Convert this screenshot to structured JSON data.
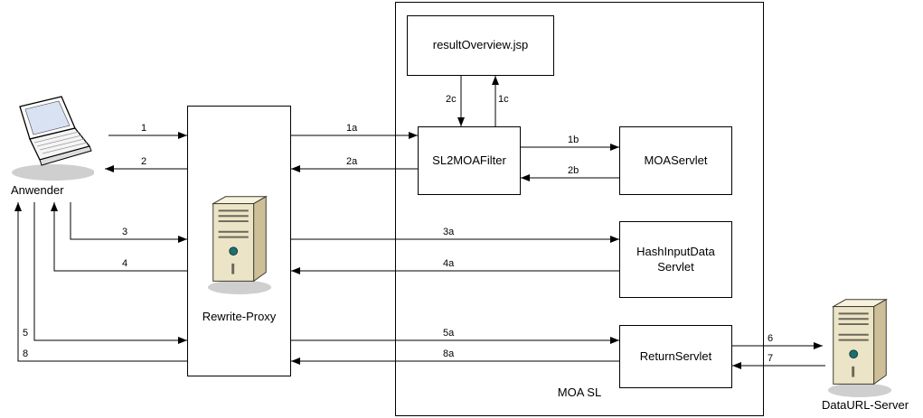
{
  "diagram": {
    "container_label": "MOA SL",
    "nodes": {
      "anwender": {
        "label": "Anwender"
      },
      "rewrite_proxy": {
        "label": "Rewrite-Proxy"
      },
      "result_overview_jsp": {
        "label": "resultOverview.jsp"
      },
      "sl2moa_filter": {
        "label": "SL2MOAFilter"
      },
      "moa_servlet": {
        "label": "MOAServlet"
      },
      "hash_input_data_servlet": {
        "label_line1": "HashInputData",
        "label_line2": "Servlet"
      },
      "return_servlet": {
        "label": "ReturnServlet"
      },
      "dataurl_server": {
        "label": "DataURL-Server"
      }
    },
    "edges": [
      {
        "label": "1",
        "from": "Anwender",
        "to": "Rewrite-Proxy"
      },
      {
        "label": "2",
        "from": "Rewrite-Proxy",
        "to": "Anwender"
      },
      {
        "label": "1a",
        "from": "Rewrite-Proxy",
        "to": "SL2MOAFilter"
      },
      {
        "label": "2a",
        "from": "SL2MOAFilter",
        "to": "Rewrite-Proxy"
      },
      {
        "label": "1b",
        "from": "SL2MOAFilter",
        "to": "MOAServlet"
      },
      {
        "label": "2b",
        "from": "MOAServlet",
        "to": "SL2MOAFilter"
      },
      {
        "label": "2c",
        "from": "resultOverview.jsp",
        "to": "SL2MOAFilter"
      },
      {
        "label": "1c",
        "from": "SL2MOAFilter",
        "to": "resultOverview.jsp"
      },
      {
        "label": "3",
        "from": "Anwender",
        "to": "Rewrite-Proxy"
      },
      {
        "label": "3a",
        "from": "Rewrite-Proxy",
        "to": "HashInputData Servlet"
      },
      {
        "label": "4a",
        "from": "HashInputData Servlet",
        "to": "Rewrite-Proxy"
      },
      {
        "label": "4",
        "from": "Rewrite-Proxy",
        "to": "Anwender"
      },
      {
        "label": "5",
        "from": "Anwender",
        "to": "Rewrite-Proxy"
      },
      {
        "label": "5a",
        "from": "Rewrite-Proxy",
        "to": "ReturnServlet"
      },
      {
        "label": "6",
        "from": "ReturnServlet",
        "to": "DataURL-Server"
      },
      {
        "label": "7",
        "from": "DataURL-Server",
        "to": "ReturnServlet"
      },
      {
        "label": "8a",
        "from": "ReturnServlet",
        "to": "Rewrite-Proxy"
      },
      {
        "label": "8",
        "from": "Rewrite-Proxy",
        "to": "Anwender"
      }
    ],
    "colors": {
      "line": "#000000",
      "box_border": "#000000",
      "box_fill": "#ffffff",
      "server_front": "#ece4c6",
      "server_side": "#cdc098",
      "server_top": "#f7f2dd",
      "server_led": "#1f6f6f",
      "laptop_screen": "#d9e2f2",
      "shadow": "#cfcfcf"
    }
  }
}
